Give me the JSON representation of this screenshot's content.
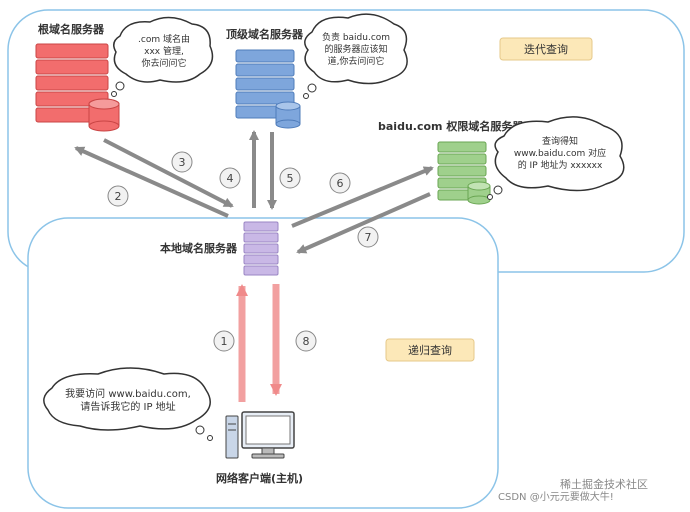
{
  "servers": {
    "root": {
      "label": "根域名服务器",
      "color": "#f26d6d",
      "bubble": [
        ".com 域名由",
        "xxx 管理,",
        "你去问问它"
      ]
    },
    "tld": {
      "label": "顶级域名服务器",
      "color": "#7ea6dc",
      "bubble": [
        "负责 baidu.com",
        "的服务器应该知",
        "道,你去问问它"
      ]
    },
    "authoritative": {
      "label": "baidu.com 权限域名服务器",
      "color": "#9fd08c",
      "bubble": [
        "查询得知",
        "www.baidu.com 对应",
        "的 IP 地址为 xxxxxx"
      ]
    },
    "local": {
      "label": "本地域名服务器",
      "color": "#c9b8e6"
    }
  },
  "client": {
    "label": "网络客户端(主机)",
    "bubble": [
      "我要访问 www.baidu.com,",
      "请告诉我它的 IP 地址"
    ]
  },
  "regions": {
    "iterative": {
      "label": "迭代查询",
      "color": "#fce8b8"
    },
    "recursive": {
      "label": "递归查询",
      "color": "#fce8b8"
    }
  },
  "steps": [
    "1",
    "2",
    "3",
    "4",
    "5",
    "6",
    "7",
    "8"
  ],
  "colors": {
    "region_border": "#8cc4e8",
    "gray_arrow": "#8a8a8a",
    "red_arrow": "#f2a0a0"
  },
  "watermark": "CSDN @小元元要做大牛!",
  "watermark2": "稀土掘金技术社区"
}
